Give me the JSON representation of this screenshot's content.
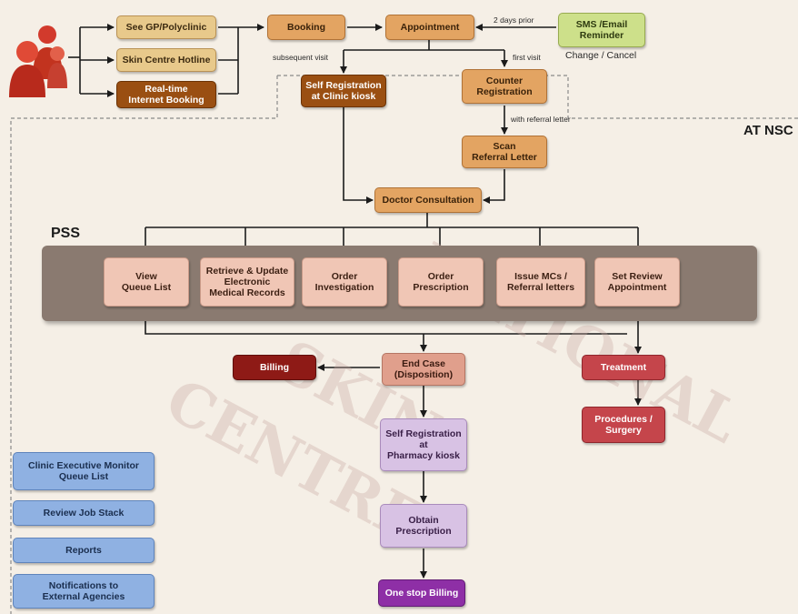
{
  "labels": {
    "at_nsc": "AT NSC",
    "pss": "PSS",
    "two_days_prior": "2 days prior",
    "subsequent_visit": "subsequent visit",
    "first_visit": "first visit",
    "with_referral_letter": "with referral letter",
    "change_cancel": "Change / Cancel"
  },
  "boxes": {
    "see_gp": "See GP/Polyclinic",
    "skin_hotline": "Skin Centre Hotline",
    "realtime_booking": "Real-time\nInternet Booking",
    "booking": "Booking",
    "appointment": "Appointment",
    "sms_reminder": "SMS /Email\nReminder",
    "self_reg_kiosk": "Self Registration\nat Clinic kiosk",
    "counter_reg": "Counter\nRegistration",
    "scan_referral": "Scan\nReferral Letter",
    "doctor_consult": "Doctor Consultation",
    "view_queue": "View\nQueue List",
    "retrieve_emr": "Retrieve & Update\nElectronic\nMedical Records",
    "order_investigation": "Order\nInvestigation",
    "order_prescription": "Order\nPrescription",
    "issue_mcs": "Issue MCs /\nReferral letters",
    "set_review": "Set Review\nAppointment",
    "billing": "Billing",
    "end_case": "End Case\n(Disposition)",
    "treatment": "Treatment",
    "procedures": "Procedures /\nSurgery",
    "self_reg_pharmacy": "Self Registration\nat\nPharmacy kiosk",
    "obtain_prescription": "Obtain\nPrescription",
    "one_stop_billing": "One stop Billing",
    "clinic_exec_monitor": "Clinic Executive Monitor\nQueue List",
    "review_job_stack": "Review Job Stack",
    "reports": "Reports",
    "notifications": "Notifications to\nExternal Agencies"
  },
  "watermark": [
    "NATIONAL",
    "SKIN",
    "CENTRE"
  ]
}
